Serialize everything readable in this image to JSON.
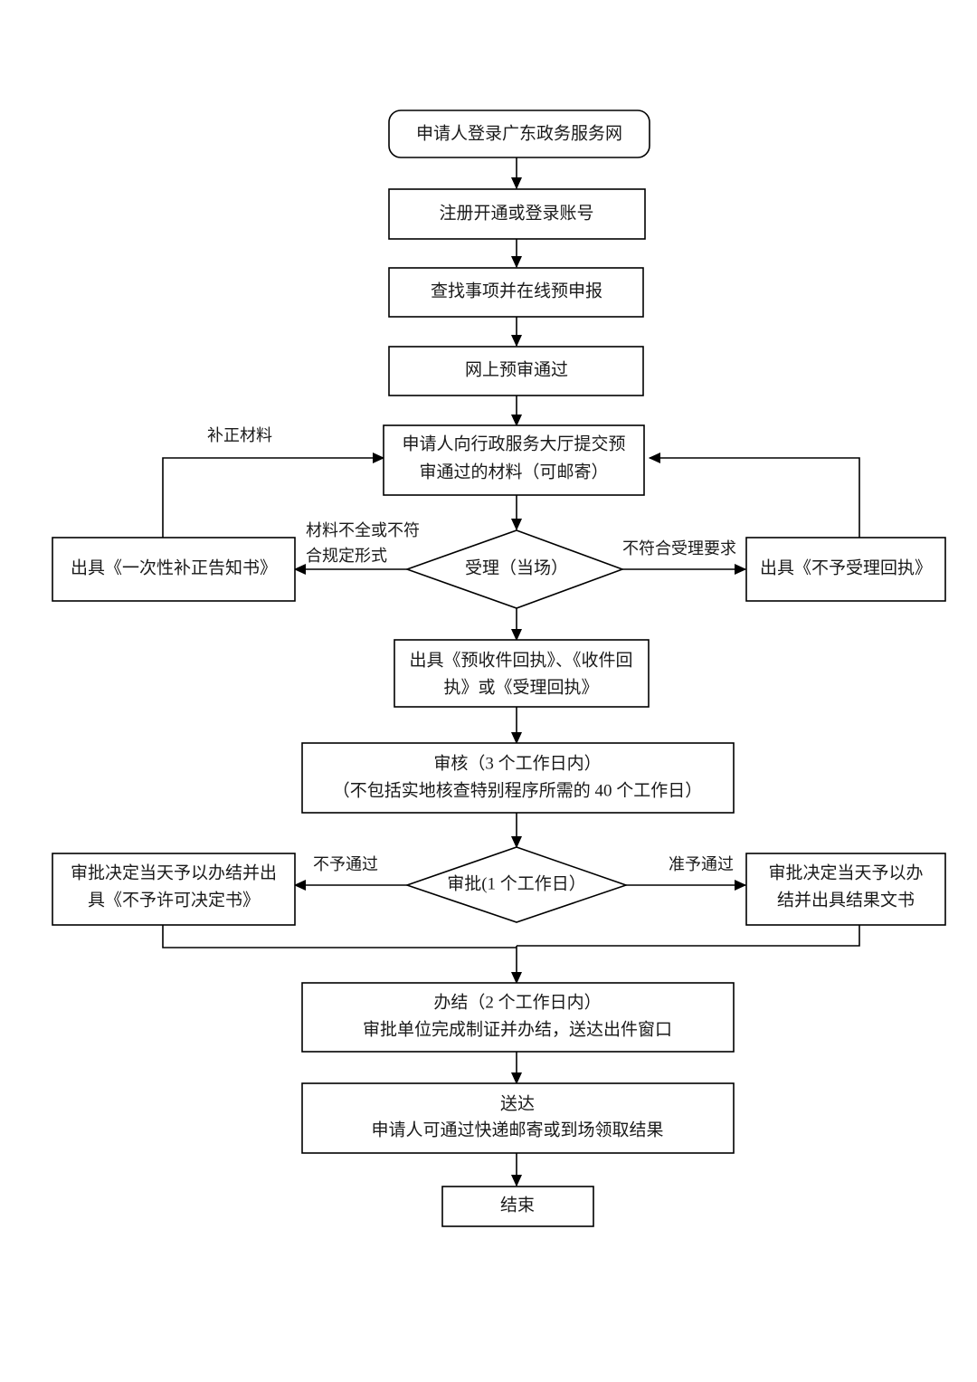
{
  "diagram": {
    "type": "flowchart",
    "title": "",
    "orientation": "top-to-bottom",
    "background_color": "#ffffff",
    "line_color": "#000000",
    "text_color": "#1a1a1a"
  },
  "nodes": {
    "start": {
      "shape": "rounded-rect",
      "label": "申请人登录广东政务服务网"
    },
    "register": {
      "shape": "rect",
      "label": "注册开通或登录账号"
    },
    "search_apply": {
      "shape": "rect",
      "label": "查找事项并在线预申报"
    },
    "online_prereview_pass": {
      "shape": "rect",
      "label": "网上预审通过"
    },
    "submit_hall": {
      "shape": "rect",
      "line1": "申请人向行政服务大厅提交预",
      "line2": "审通过的材料（可邮寄）"
    },
    "accept_decision": {
      "shape": "diamond",
      "label": "受理（当场）"
    },
    "supplement_notice": {
      "shape": "rect",
      "label": "出具《一次性补正告知书》"
    },
    "reject_accept_receipt": {
      "shape": "rect",
      "label": "出具《不予受理回执》"
    },
    "issue_receipts": {
      "shape": "rect",
      "line1": "出具《预收件回执》、《收件回",
      "line2": "执》或《受理回执》"
    },
    "review": {
      "shape": "rect",
      "line1": "审核（3 个工作日内）",
      "line2": "（不包括实地核查特别程序所需的 40 个工作日）"
    },
    "approval_decision": {
      "shape": "diamond",
      "label": "审批(1 个工作日）"
    },
    "not_permitted": {
      "shape": "rect",
      "line1": "审批决定当天予以办结并出",
      "line2": "具《不予许可决定书》"
    },
    "permitted": {
      "shape": "rect",
      "line1": "审批决定当天予以办",
      "line2": "结并出具结果文书"
    },
    "complete": {
      "shape": "rect",
      "line1": "办结（2 个工作日内）",
      "line2": "审批单位完成制证并办结，送达出件窗口"
    },
    "deliver": {
      "shape": "rect",
      "line1": "送达",
      "line2": "申请人可通过快递邮寄或到场领取结果"
    },
    "end": {
      "shape": "rect",
      "label": "结束"
    }
  },
  "edge_labels": {
    "supplement_material": "补正材料",
    "material_incomplete_line1": "材料不全或不符",
    "material_incomplete_line2": "合规定形式",
    "not_meet_accept": "不符合受理要求",
    "not_approved": "不予通过",
    "approved": "准予通过"
  }
}
